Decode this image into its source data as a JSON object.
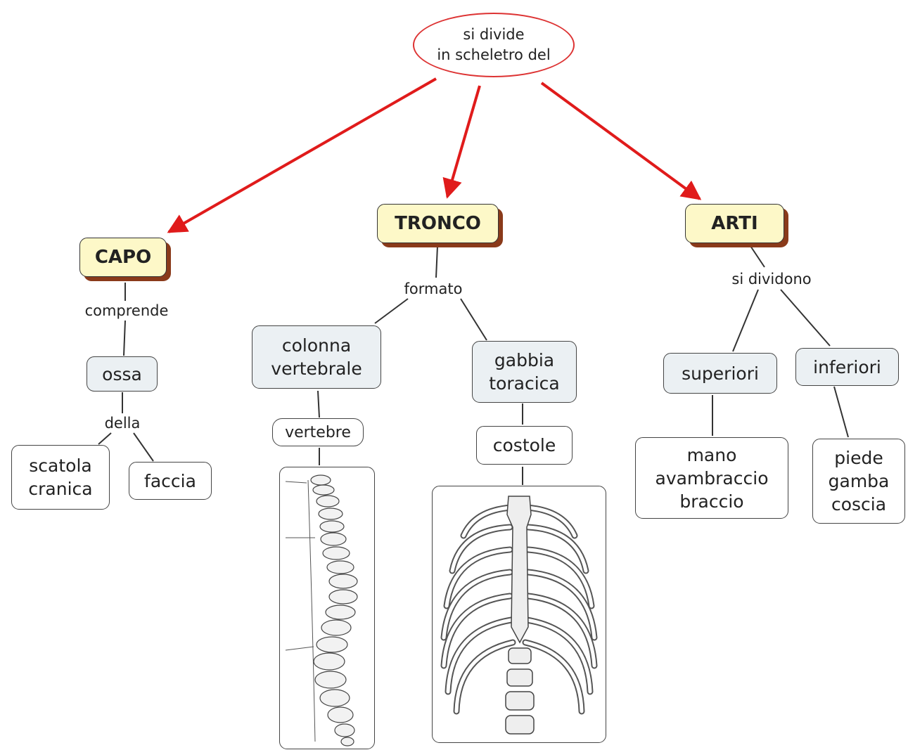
{
  "colors": {
    "arrow": "#e01b1b",
    "main_fill": "#fdf8c8",
    "main_shadow": "#8a3a1a",
    "sub_fill": "#ebf0f3"
  },
  "root": {
    "text": "si divide\nin scheletro del"
  },
  "branches": {
    "capo": {
      "title": "CAPO",
      "link_label": "comprende",
      "node": "ossa",
      "sub_label": "della",
      "children": [
        "scatola\ncranica",
        "faccia"
      ]
    },
    "tronco": {
      "title": "TRONCO",
      "link_label": "formato",
      "children": [
        "colonna\nvertebrale",
        "gabbia\ntoracica"
      ],
      "colonna_child": "vertebre",
      "gabbia_child": "costole",
      "images": [
        "spine-illustration",
        "ribcage-illustration"
      ]
    },
    "arti": {
      "title": "ARTI",
      "link_label": "si dividono",
      "children": [
        "superiori",
        "inferiori"
      ],
      "superiori_child": "mano\navambraccio\nbraccio",
      "inferiori_child": "piede\ngamba\ncoscia"
    }
  }
}
